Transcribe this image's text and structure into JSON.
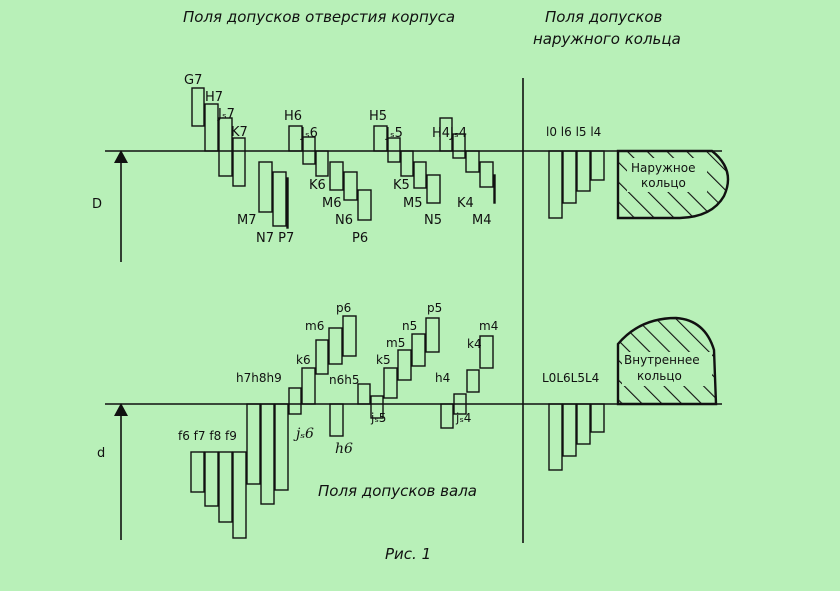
{
  "titles": {
    "housing": "Поля допусков отверстия корпуса",
    "outer_ring_line1": "Поля допусков",
    "outer_ring_line2": "наружного кольца",
    "shaft": "Поля допусков вала",
    "figure": "Рис. 1"
  },
  "axis_labels": {
    "top": "D",
    "bottom": "d"
  },
  "ring_labels": {
    "outer_line1": "Наружное",
    "outer_line2": "кольцо",
    "inner_line1": "Внутреннее",
    "inner_line2": "кольцо"
  },
  "hole_labels": {
    "G7": "G7",
    "H7": "H7",
    "Js7": "Jₛ7",
    "K7": "K7",
    "M7": "M7",
    "N7P7": "N7 P7",
    "H6": "H6",
    "Js6": "Jₛ6",
    "K6": "K6",
    "M6": "M6",
    "N6": "N6",
    "P6": "P6",
    "H5": "H5",
    "Js5": "Jₛ5",
    "K5": "K5",
    "M5": "M5",
    "N5": "N5",
    "H4Js4": "H4Jₛ4",
    "K4": "K4",
    "M4": "M4"
  },
  "outer_ring_tol": {
    "text": "l0 l6 l5 l4"
  },
  "inner_ring_tol": {
    "text": "L0L6L5L4"
  },
  "shaft_labels": {
    "f": "f6 f7 f8 f9",
    "h": "h7h8h9",
    "js6": "jₛ6",
    "h6": "h6",
    "k6": "k6",
    "m6": "m6",
    "n6h5": "n6h5",
    "p6": "p6",
    "js5": "jₛ5",
    "k5": "k5",
    "m5": "m5",
    "n5": "n5",
    "p5": "p5",
    "h4": "h4",
    "js4": "jₛ4",
    "k4": "k4",
    "m4": "m4"
  }
}
